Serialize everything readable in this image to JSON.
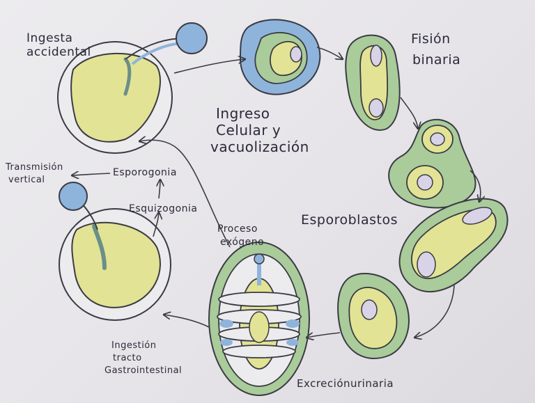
{
  "diagram": {
    "labels": {
      "ingesta": [
        "Ingesta",
        "accidental"
      ],
      "ingreso": [
        "Ingreso",
        "Celular y",
        "vacuolización"
      ],
      "fision": [
        "Fisión",
        "binaria"
      ],
      "esporoblastos": "Esporoblastos",
      "excrecion": "Excreciónurinaria",
      "ingestion": [
        "Ingestión",
        "tracto",
        "Gastrointestinal"
      ],
      "proceso": [
        "Proceso",
        "exógeno"
      ],
      "esquizogonia": "Esquizogonia",
      "esporogonia": "Esporogonia",
      "transmision": [
        "Transmisión",
        "vertical"
      ]
    },
    "colors": {
      "outline": "#3a3a44",
      "yellow": "#e2e394",
      "green": "#a9cc9a",
      "blue": "#8fb4dc",
      "nucleus": "#d8d3e6"
    }
  }
}
